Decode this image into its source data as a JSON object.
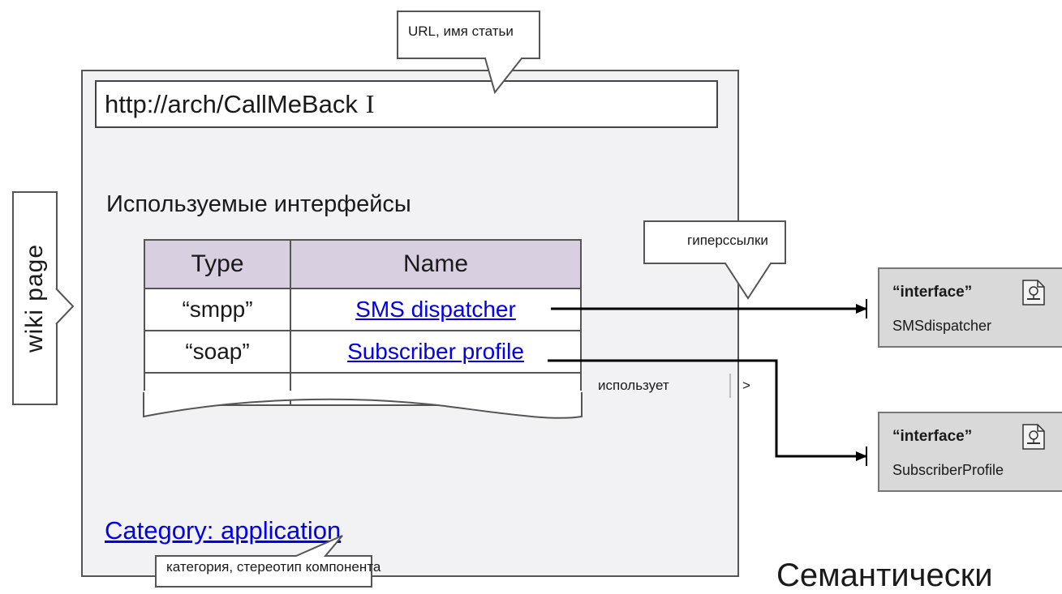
{
  "page": {
    "url": "http://arch/CallMeBack",
    "caret": "I",
    "section_heading": "Используемые интерфейсы",
    "category_link": "Category: application"
  },
  "table": {
    "headers": [
      "Type",
      "Name"
    ],
    "rows": [
      {
        "type": "“smpp”",
        "name": "SMS dispatcher"
      },
      {
        "type": "“soap”",
        "name": "Subscriber profile"
      }
    ]
  },
  "labels": {
    "wiki_page": "wiki page",
    "callout_url": "URL, имя статьи",
    "callout_links": "гиперссылки",
    "callout_category": "категория, стереотип компонента",
    "uses": "использует",
    "uses_arrow": ">"
  },
  "interfaces": [
    {
      "stereotype": "“interface”",
      "name": "SMSdispatcher"
    },
    {
      "stereotype": "“interface”",
      "name": "SubscriberProfile"
    }
  ],
  "footer_caption": "Семантически",
  "colors": {
    "link": "#0000ee",
    "table_header": "#d8cfe1",
    "page_background": "#f2f1f4",
    "interface_box": "#d9d9d9"
  }
}
